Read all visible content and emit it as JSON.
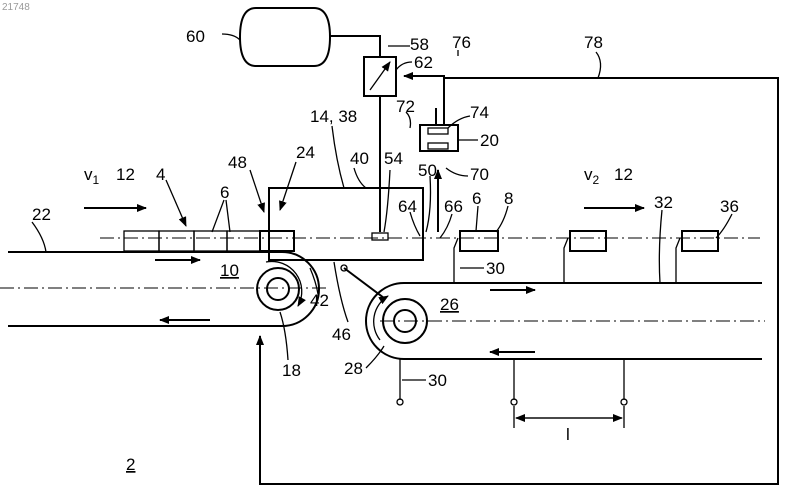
{
  "watermark": "21748",
  "labels": {
    "n60": "60",
    "n58": "58",
    "n62": "62",
    "n76": "76",
    "n78": "78",
    "n74": "74",
    "n72": "72",
    "n20": "20",
    "n14_38": "14, 38",
    "n40": "40",
    "n54": "54",
    "n50": "50",
    "n70": "70",
    "n24": "24",
    "n48": "48",
    "v1": "v",
    "v1_sub": "1",
    "n12a": "12",
    "n4": "4",
    "n6a": "6",
    "n22": "22",
    "n64": "64",
    "n66": "66",
    "n6b": "6",
    "n8": "8",
    "v2": "v",
    "v2_sub": "2",
    "n12b": "12",
    "n32": "32",
    "n36": "36",
    "n10": "10",
    "n42": "42",
    "n30a": "30",
    "n26": "26",
    "n46": "46",
    "n18": "18",
    "n28": "28",
    "n30b": "30",
    "l": "l",
    "n2": "2"
  },
  "colors": {
    "line": "#000000",
    "background": "#ffffff",
    "watermark": "#9a9a9a"
  }
}
